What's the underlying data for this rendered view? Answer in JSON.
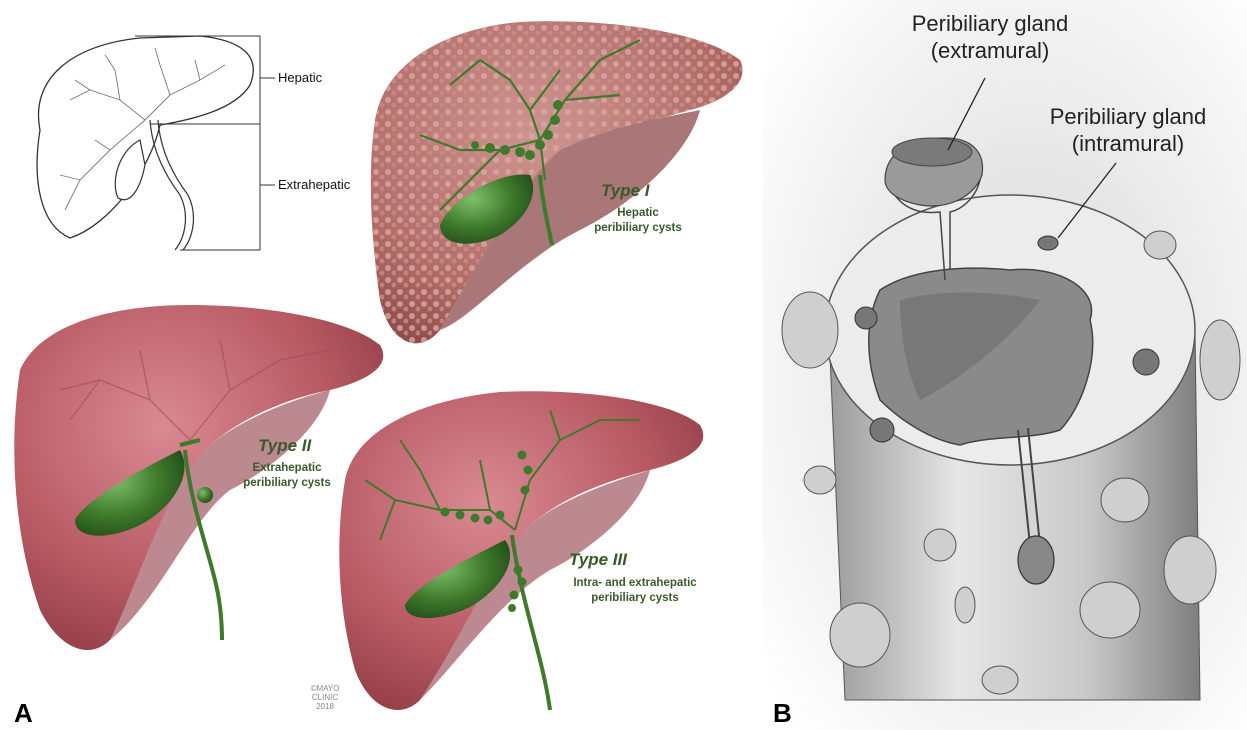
{
  "panel_a": {
    "letter": "A",
    "schematic": {
      "hepatic_label": "Hepatic",
      "extrahepatic_label": "Extrahepatic"
    },
    "type1": {
      "title": "Type I",
      "sub1": "Hepatic",
      "sub2": "peribiliary cysts"
    },
    "type2": {
      "title": "Type II",
      "sub1": "Extrahepatic",
      "sub2": "peribiliary cysts"
    },
    "type3": {
      "title": "Type III",
      "sub1": "Intra- and extrahepatic",
      "sub2": "peribiliary cysts"
    },
    "copyright": {
      "line1": "©MAYO",
      "line2": "CLINIC",
      "line3": "2018"
    }
  },
  "panel_b": {
    "letter": "B",
    "extramural": {
      "line1": "Peribiliary gland",
      "line2": "(extramural)"
    },
    "intramural": {
      "line1": "Peribiliary gland",
      "line2": "(intramural)"
    }
  },
  "colors": {
    "liver": "#b85a64",
    "liver_dark": "#8e3a44",
    "liver_cystic": "#b7736e",
    "bile_green": "#3f7a2c",
    "label_green": "#3a5a2a"
  }
}
